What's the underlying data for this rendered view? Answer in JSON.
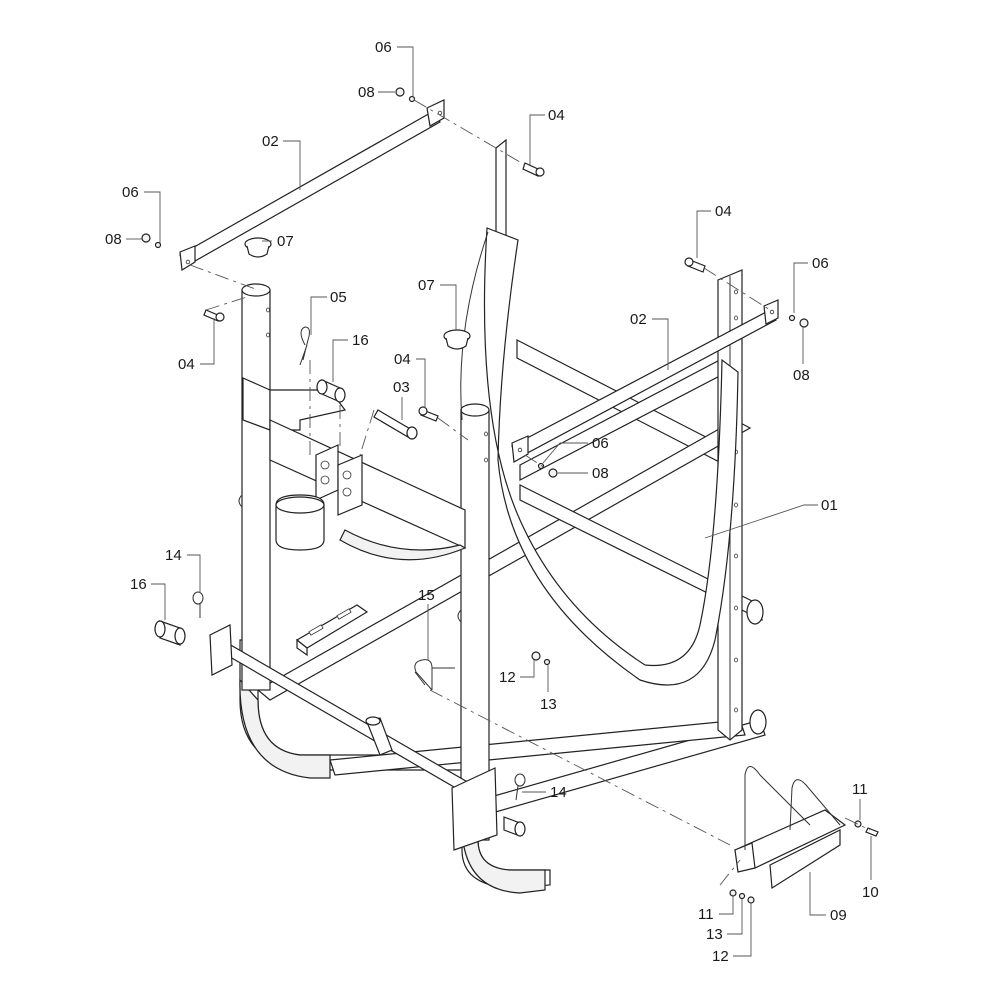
{
  "diagram": {
    "type": "exploded-parts-view",
    "line_color": "#222222",
    "callouts": [
      {
        "id": "c1",
        "label": "06"
      },
      {
        "id": "c2",
        "label": "08"
      },
      {
        "id": "c3",
        "label": "04"
      },
      {
        "id": "c4",
        "label": "02"
      },
      {
        "id": "c5",
        "label": "06"
      },
      {
        "id": "c6",
        "label": "08"
      },
      {
        "id": "c7",
        "label": "07"
      },
      {
        "id": "c8",
        "label": "04"
      },
      {
        "id": "c9",
        "label": "05"
      },
      {
        "id": "c10",
        "label": "16"
      },
      {
        "id": "c11",
        "label": "07"
      },
      {
        "id": "c12",
        "label": "04"
      },
      {
        "id": "c13",
        "label": "03"
      },
      {
        "id": "c14",
        "label": "04"
      },
      {
        "id": "c15",
        "label": "06"
      },
      {
        "id": "c16",
        "label": "02"
      },
      {
        "id": "c17",
        "label": "08"
      },
      {
        "id": "c18",
        "label": "06"
      },
      {
        "id": "c19",
        "label": "08"
      },
      {
        "id": "c20",
        "label": "01"
      },
      {
        "id": "c21",
        "label": "14"
      },
      {
        "id": "c22",
        "label": "16"
      },
      {
        "id": "c23",
        "label": "15"
      },
      {
        "id": "c24",
        "label": "12"
      },
      {
        "id": "c25",
        "label": "13"
      },
      {
        "id": "c26",
        "label": "14"
      },
      {
        "id": "c27",
        "label": "11"
      },
      {
        "id": "c28",
        "label": "10"
      },
      {
        "id": "c29",
        "label": "09"
      },
      {
        "id": "c30",
        "label": "11"
      },
      {
        "id": "c31",
        "label": "13"
      },
      {
        "id": "c32",
        "label": "12"
      }
    ]
  }
}
